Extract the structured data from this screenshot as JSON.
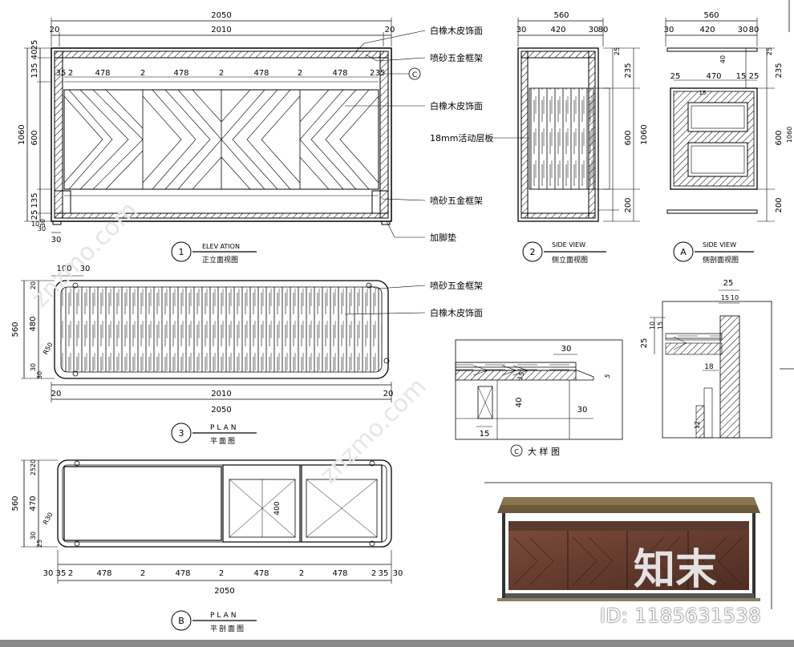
{
  "front": {
    "dim_total": "2050",
    "dim_inner": "2010",
    "dim_left": "20",
    "dim_right": "20",
    "dim_height": "1060",
    "dim_top": "25",
    "dim_top2": "40",
    "dim_upper": "135",
    "dim_mid": "600",
    "dim_lower": "135",
    "dim_base1": "25",
    "dim_base2": "10",
    "dim_base3": "30",
    "dim_base4": "30",
    "dim_door1": "478",
    "dim_door2": "478",
    "dim_door3": "478",
    "dim_door4": "478",
    "dim_gap1": "2",
    "dim_gap2": "2",
    "dim_gap3": "2",
    "dim_edge_l": "35",
    "dim_edge_l2": "2",
    "dim_edge_r": "2",
    "dim_edge_r2": "35",
    "dim_foot": "30",
    "num": "1",
    "title_en": "ELEV ATION",
    "title_cn": "正立面视图"
  },
  "side": {
    "dim_total": "560",
    "dim_a": "30",
    "dim_b": "420",
    "dim_c": "30",
    "dim_d": "80",
    "dim_r1": "25",
    "dim_r2": "235",
    "dim_r3": "600",
    "dim_r4": "200",
    "dim_h": "1060",
    "num": "2",
    "title_en": "SIDE VIEW",
    "title_cn": "侧立面视图"
  },
  "section": {
    "dim_total": "560",
    "dim_a": "30",
    "dim_b": "420",
    "dim_c": "30",
    "dim_d": "80",
    "dim_r1": "25",
    "dim_r2": "235",
    "dim_r3": "600",
    "dim_r4": "200",
    "dim_h": "1060",
    "dim_inner_l": "25",
    "dim_inner": "470",
    "dim_inner_r1": "15",
    "dim_inner_r2": "25",
    "dim_small": "40",
    "dim_small2": "15",
    "num": "A",
    "title_en": "SIDE VIEW",
    "title_cn": "侧剖面视图"
  },
  "plan": {
    "dim_total": "2050",
    "dim_inner": "2010",
    "dim_l": "20",
    "dim_r": "20",
    "dim_top1": "100",
    "dim_top2": "30",
    "dim_depth": "560",
    "dim_d1": "30",
    "dim_d2": "480",
    "dim_d3": "30",
    "dim_d4": "20",
    "dim_r50": "R50",
    "num": "3",
    "title_en": "PLAN",
    "title_cn": "平面图"
  },
  "plan_section": {
    "dim_total": "2050",
    "dim_depth": "560",
    "dim_d1": "20",
    "dim_d2": "25",
    "dim_d3": "470",
    "dim_d4": "30",
    "dim_d5": "25",
    "dim_e1": "30",
    "dim_e2": "35",
    "dim_e3": "2",
    "dim_door1": "478",
    "dim_door2": "478",
    "dim_door3": "478",
    "dim_door4": "478",
    "dim_g1": "2",
    "dim_g2": "2",
    "dim_g3": "2",
    "dim_f1": "2",
    "dim_f2": "35",
    "dim_f3": "30",
    "dim_box": "400",
    "dim_r": "R30",
    "num": "B",
    "title_en": "PLAN",
    "title_cn": "平剖面图"
  },
  "detail": {
    "dim_30": "30",
    "dim_5": "5",
    "dim_15a": "15",
    "dim_40": "40",
    "dim_30b": "30",
    "dim_15b": "15",
    "num": "C",
    "title_cn": "大 样 图"
  },
  "detail2": {
    "dim_25": "25",
    "dim_15": "15",
    "dim_10": "10",
    "dim_25v": "25",
    "dim_10v": "10",
    "dim_15v": "15",
    "dim_18": "18",
    "dim_12": "12"
  },
  "labels": {
    "l1": "白橡木皮饰面",
    "l2": "喷砂五金框架",
    "l3": "白橡木皮饰面",
    "l4": "18mm活动层板",
    "l5": "喷砂五金框架",
    "l6": "加脚垫",
    "l7": "喷砂五金框架",
    "l8": "白橡木皮饰面"
  },
  "callout": "C",
  "watermark": {
    "logo": "知末",
    "id": "ID: 1185631538",
    "site": "znzmo.com"
  }
}
